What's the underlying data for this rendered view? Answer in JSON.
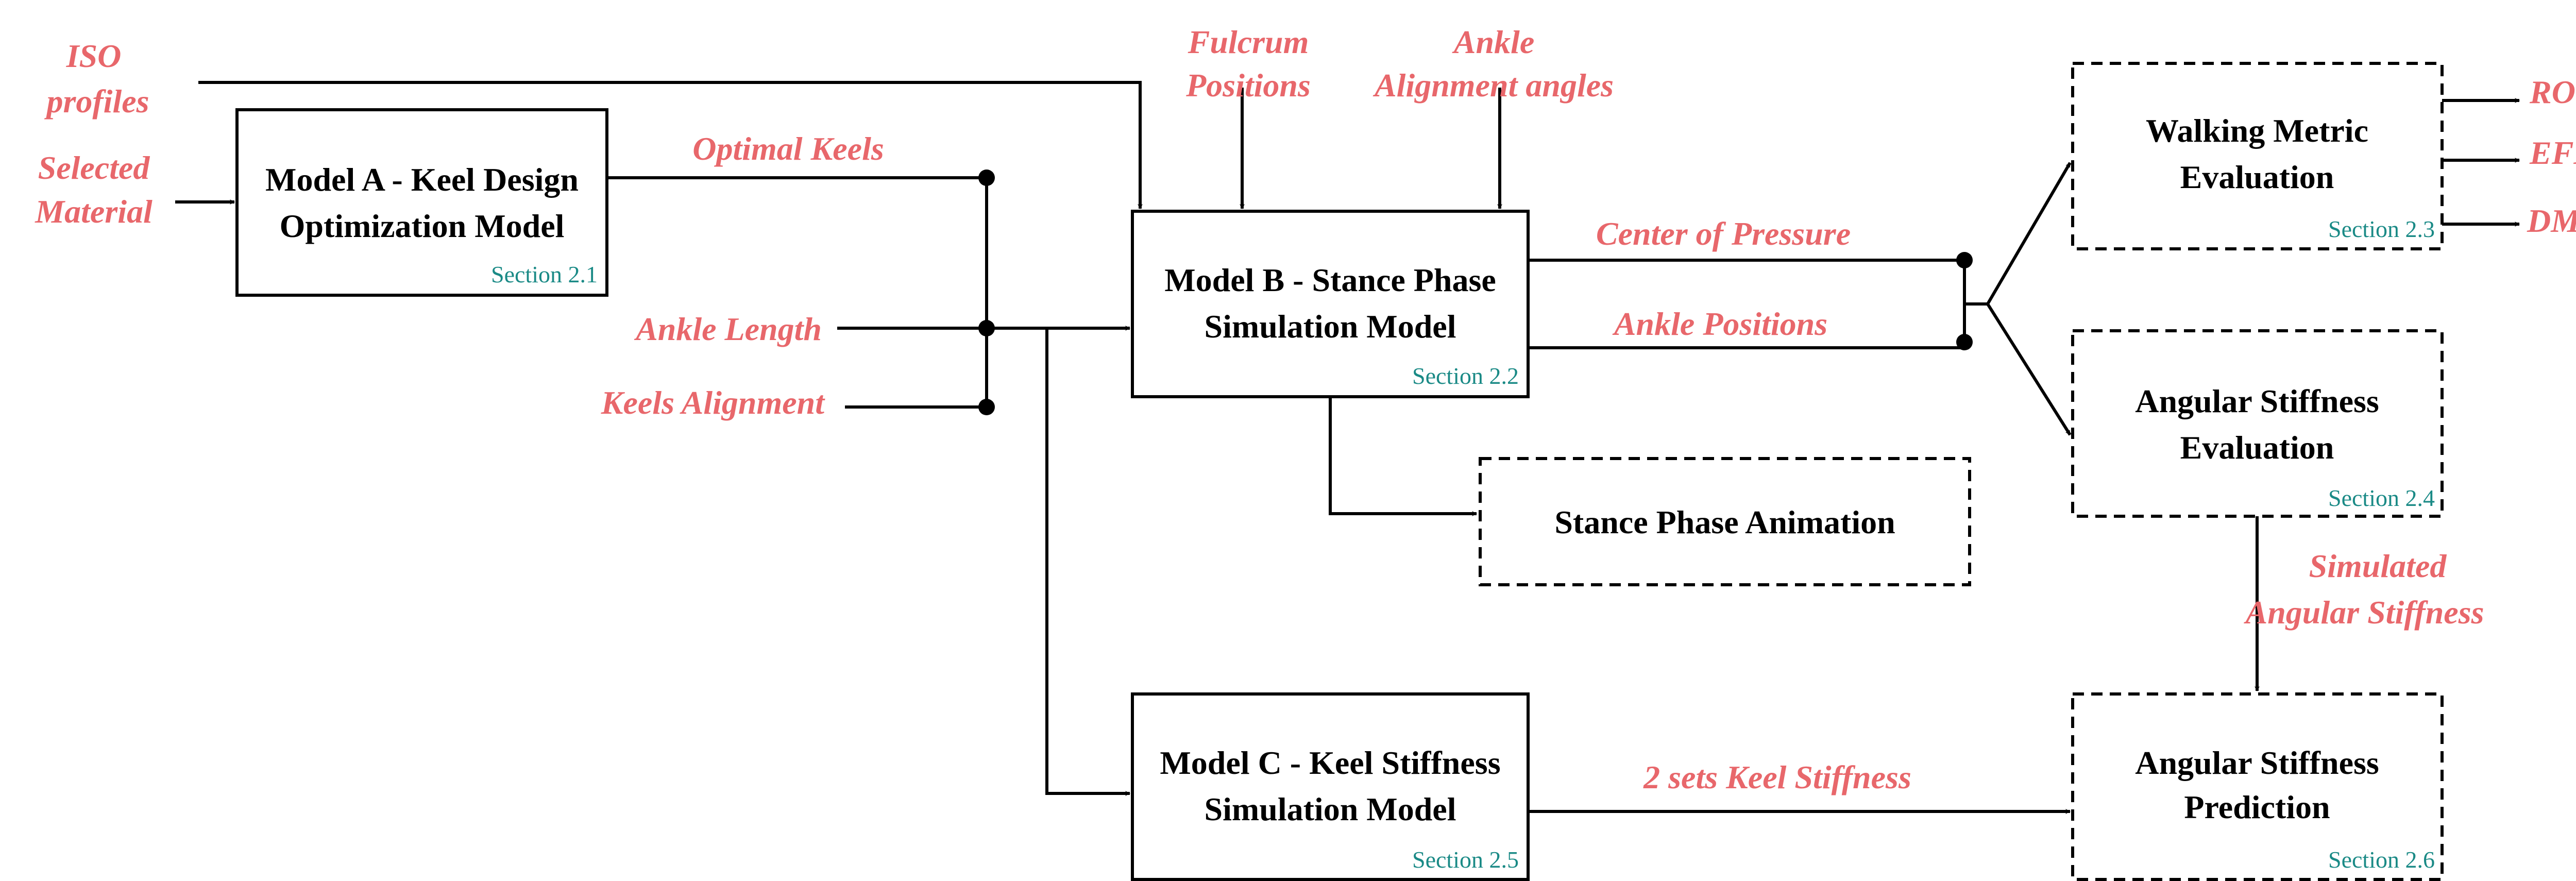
{
  "inputs": {
    "iso_profiles": [
      "ISO",
      "profiles"
    ],
    "selected_material": [
      "Selected",
      "Material"
    ],
    "fulcrum_positions": [
      "Fulcrum",
      "Positions"
    ],
    "ankle_alignment_angles": [
      "Ankle",
      "Alignment angles"
    ],
    "ankle_length": "Ankle Length",
    "keels_alignment": "Keels Alignment"
  },
  "edges": {
    "optimal_keels": "Optimal Keels",
    "center_of_pressure": "Center of Pressure",
    "ankle_positions": "Ankle Positions",
    "simulated_angular_stiffness": [
      "Simulated",
      "Angular Stiffness"
    ],
    "two_sets_keel_stiffness": "2 sets Keel Stiffness"
  },
  "outputs": {
    "ros": "ROS",
    "eflr": "EFLR",
    "dmama": "DMAMA"
  },
  "boxes": {
    "model_a": {
      "title": [
        "Model A - Keel Design",
        "Optimization Model"
      ],
      "section": "Section 2.1"
    },
    "model_b": {
      "title": [
        "Model B - Stance Phase",
        "Simulation Model"
      ],
      "section": "Section 2.2"
    },
    "model_c": {
      "title": [
        "Model C - Keel Stiffness",
        "Simulation Model"
      ],
      "section": "Section 2.5"
    },
    "animation": {
      "title": [
        "Stance Phase Animation"
      ]
    },
    "walking_metric": {
      "title": [
        "Walking Metric",
        "Evaluation"
      ],
      "section": "Section 2.3"
    },
    "angular_eval": {
      "title": [
        "Angular Stiffness",
        "Evaluation"
      ],
      "section": "Section 2.4"
    },
    "angular_pred": {
      "title": [
        "Angular Stiffness",
        "Prediction"
      ],
      "section": "Section 2.6"
    }
  }
}
